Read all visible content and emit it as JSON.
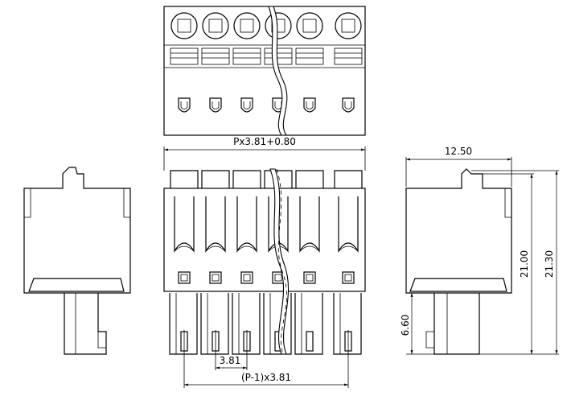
{
  "dimensions": {
    "overall_width": "Px3.81+0.80",
    "pitch": "3.81",
    "pitch_span": "(P-1)x3.81",
    "side_depth": "12.50",
    "height_21_00": "21.00",
    "height_21_30": "21.30",
    "pin_length": "6.60"
  }
}
